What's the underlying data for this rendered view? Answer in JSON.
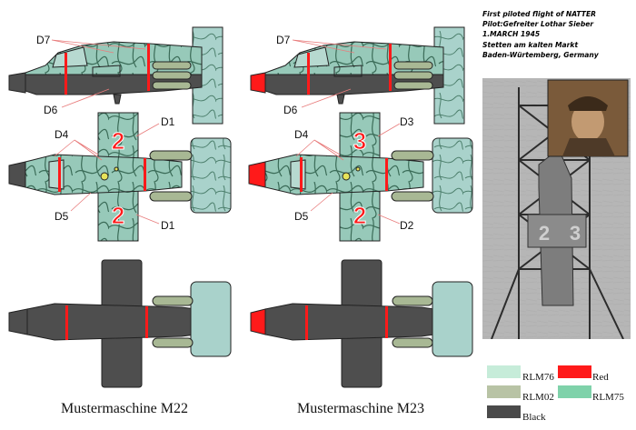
{
  "labels": {
    "left_side": {
      "top": "D7",
      "bottom": "D6"
    },
    "left_top_view": {
      "wing_upper_left": "D4",
      "wing_upper_right": "D1",
      "wing_lower_left": "D5",
      "wing_lower_right": "D1"
    },
    "right_side": {
      "top": "D7",
      "bottom": "D6"
    },
    "right_top_view": {
      "wing_upper_left": "D4",
      "wing_upper_right": "D3",
      "wing_lower_left": "D5",
      "wing_lower_right": "D2"
    }
  },
  "wing_numbers": {
    "m22": {
      "upper": "2",
      "lower": "2"
    },
    "m23": {
      "upper": "3",
      "lower": "2"
    }
  },
  "captions": {
    "m22": "Mustermaschine M22",
    "m23": "Mustermaschine M23"
  },
  "info": {
    "lines": [
      "First piloted flight of NATTER",
      "Pilot:Gefreiter Lothar Sieber",
      "1.MARCH 1945",
      "Stetten am kalten Markt",
      "Baden-Würtemberg, Germany"
    ]
  },
  "photo": {
    "tail_numbers": {
      "left": "2",
      "right": "3"
    }
  },
  "legend": {
    "items": [
      {
        "label": "RLM76",
        "color": "#c6ecd9"
      },
      {
        "label": "Red",
        "color": "#ff1a1a"
      },
      {
        "label": "RLM02",
        "color": "#b8c3a5"
      },
      {
        "label": "RLM75",
        "color": "#7fd2aa"
      },
      {
        "label": "Black",
        "color": "#4a4a4a"
      }
    ]
  },
  "colors": {
    "camo_base": "#97c9b9",
    "camo_line": "#3a6b57",
    "tail_color": "#a9d2cb",
    "black": "#4e4e4e",
    "red": "#ff1a1a",
    "rocket": "#a8b894"
  }
}
